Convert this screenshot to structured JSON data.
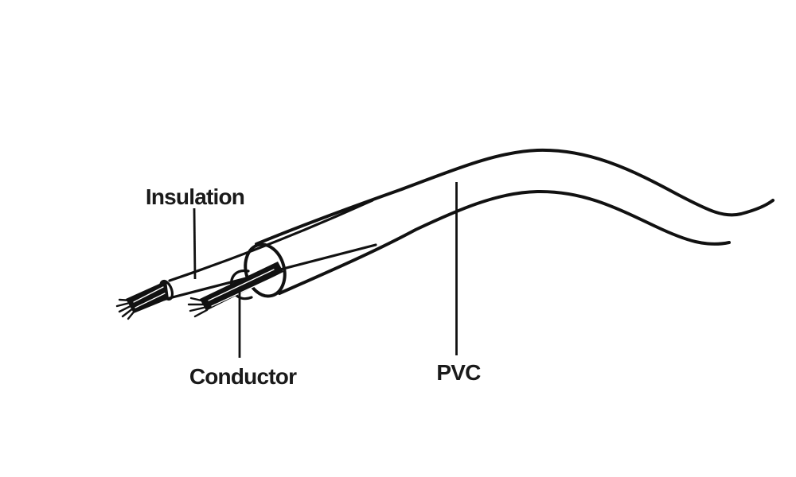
{
  "diagram": {
    "type": "cable-construction-diagram",
    "labels": {
      "insulation": "Insulation",
      "conductor": "Conductor",
      "pvc": "PVC"
    },
    "colors": {
      "line": "#111111",
      "background": "#ffffff",
      "text": "#1a1a1a"
    }
  }
}
